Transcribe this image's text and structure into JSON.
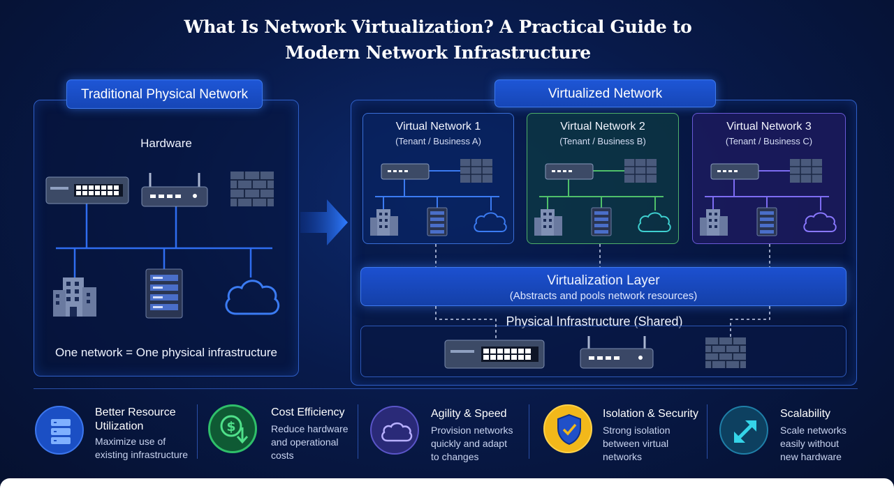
{
  "title": {
    "line1": "What Is Network Virtualization? A Practical Guide to",
    "line2": "Modern Network Infrastructure"
  },
  "traditional": {
    "heading": "Traditional Physical Network",
    "hardware_label": "Hardware",
    "caption": "One network = One physical infrastructure"
  },
  "virtualized": {
    "heading": "Virtualized Network",
    "networks": [
      {
        "name": "Virtual Network 1",
        "tenant": "(Tenant / Business A)"
      },
      {
        "name": "Virtual Network 2",
        "tenant": "(Tenant / Business B)"
      },
      {
        "name": "Virtual Network 3",
        "tenant": "(Tenant / Business C)"
      }
    ],
    "layer_title": "Virtualization Layer",
    "layer_sub": "(Abstracts and pools network resources)",
    "physical_label": "Physical Infrastructure (Shared)"
  },
  "features": [
    {
      "title_l1": "Better Resource",
      "title_l2": "Utilization",
      "desc_l1": "Maximize use of",
      "desc_l2": "existing infrastructure",
      "desc_l3": "",
      "icon": "server-icon",
      "color": "#1b4fc4"
    },
    {
      "title_l1": "Cost Efficiency",
      "title_l2": "",
      "desc_l1": "Reduce hardware",
      "desc_l2": "and operational",
      "desc_l3": "costs",
      "icon": "dollar-down-icon",
      "color": "#1f8a4a"
    },
    {
      "title_l1": "Agility & Speed",
      "title_l2": "",
      "desc_l1": "Provision networks",
      "desc_l2": "quickly and adapt",
      "desc_l3": "to changes",
      "icon": "cloud-icon",
      "color": "#3a2f8a"
    },
    {
      "title_l1": "Isolation & Security",
      "title_l2": "",
      "desc_l1": "Strong isolation",
      "desc_l2": "between virtual",
      "desc_l3": "networks",
      "icon": "shield-check-icon",
      "color": "#f2b81a"
    },
    {
      "title_l1": "Scalability",
      "title_l2": "",
      "desc_l1": "Scale networks",
      "desc_l2": "easily without",
      "desc_l3": "new hardware",
      "icon": "expand-arrows-icon",
      "color": "#0f4f6e"
    }
  ]
}
